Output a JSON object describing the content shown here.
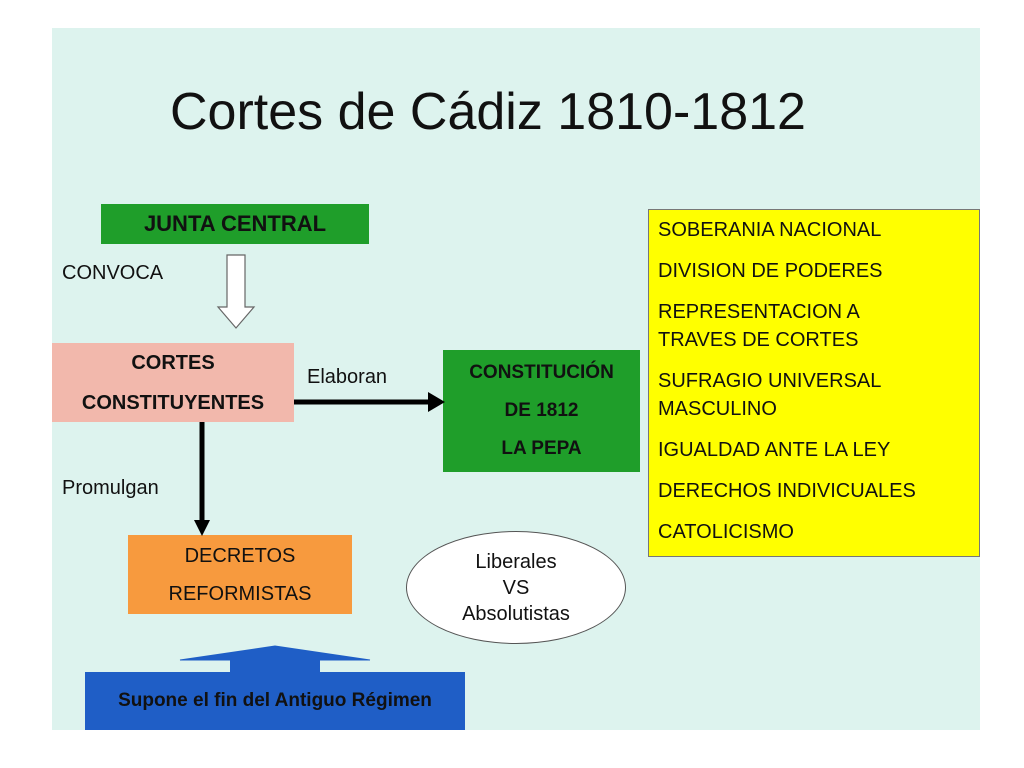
{
  "title": "Cortes de Cádiz 1810-1812",
  "junta_central": "JUNTA CENTRAL",
  "convoca": "CONVOCA",
  "cortes": [
    "CORTES",
    "CONSTITUYENTES"
  ],
  "elaboran": "Elaboran",
  "constitucion": [
    "CONSTITUCIÓN",
    "DE 1812",
    "LA PEPA"
  ],
  "promulgan": "Promulgan",
  "decretos": [
    "DECRETOS",
    "REFORMISTAS"
  ],
  "ellipse": [
    "Liberales",
    "VS",
    "Absolutistas"
  ],
  "principles": [
    "SOBERANIA NACIONAL",
    "DIVISION DE PODERES",
    "REPRESENTACION A\nTRAVES DE CORTES",
    "SUFRAGIO UNIVERSAL\nMASCULINO",
    "IGUALDAD ANTE LA LEY",
    "DERECHOS INDIVICUALES",
    "CATOLICISMO"
  ],
  "fin_antiguo_regimen": "Supone el fin del Antiguo Régimen",
  "colors": {
    "background": "#ddf3ee",
    "green": "#1f9e2a",
    "pink": "#f2b8ac",
    "orange": "#f79a3e",
    "yellow": "#ffff00",
    "blue": "#1f5ec6"
  }
}
